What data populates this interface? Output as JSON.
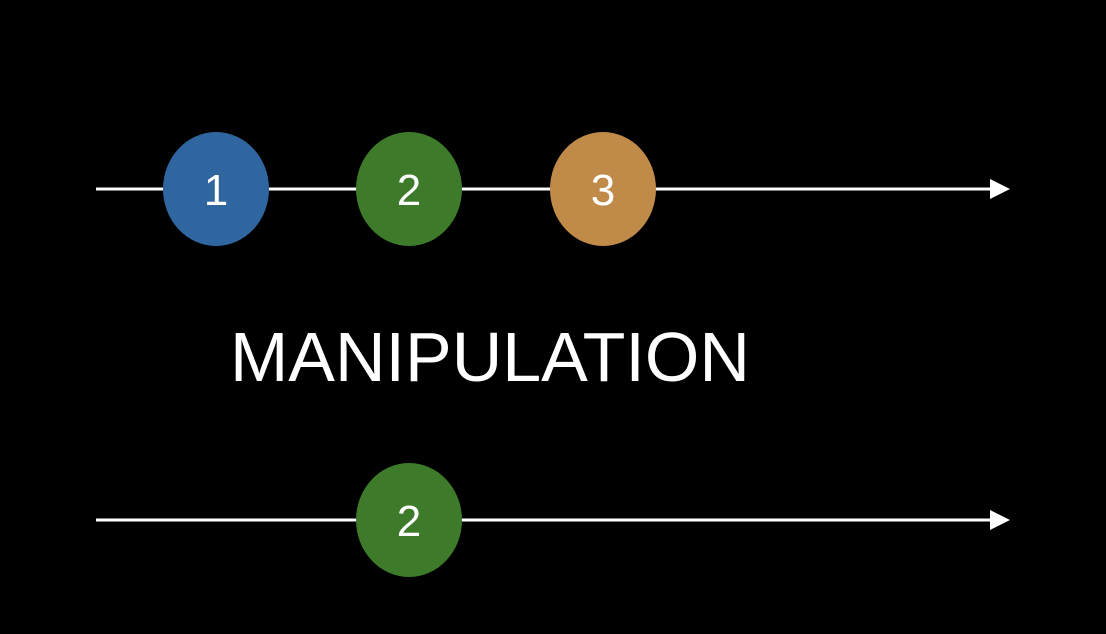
{
  "background": "#000000",
  "line_color": "#ffffff",
  "operator": {
    "label": "MANIPULATION"
  },
  "input_stream": {
    "marbles": [
      {
        "value": "1",
        "color": "#2f66a0"
      },
      {
        "value": "2",
        "color": "#3d7b2b"
      },
      {
        "value": "3",
        "color": "#c08a48"
      }
    ]
  },
  "output_stream": {
    "marbles": [
      {
        "value": "2",
        "color": "#3d7b2b"
      }
    ]
  }
}
